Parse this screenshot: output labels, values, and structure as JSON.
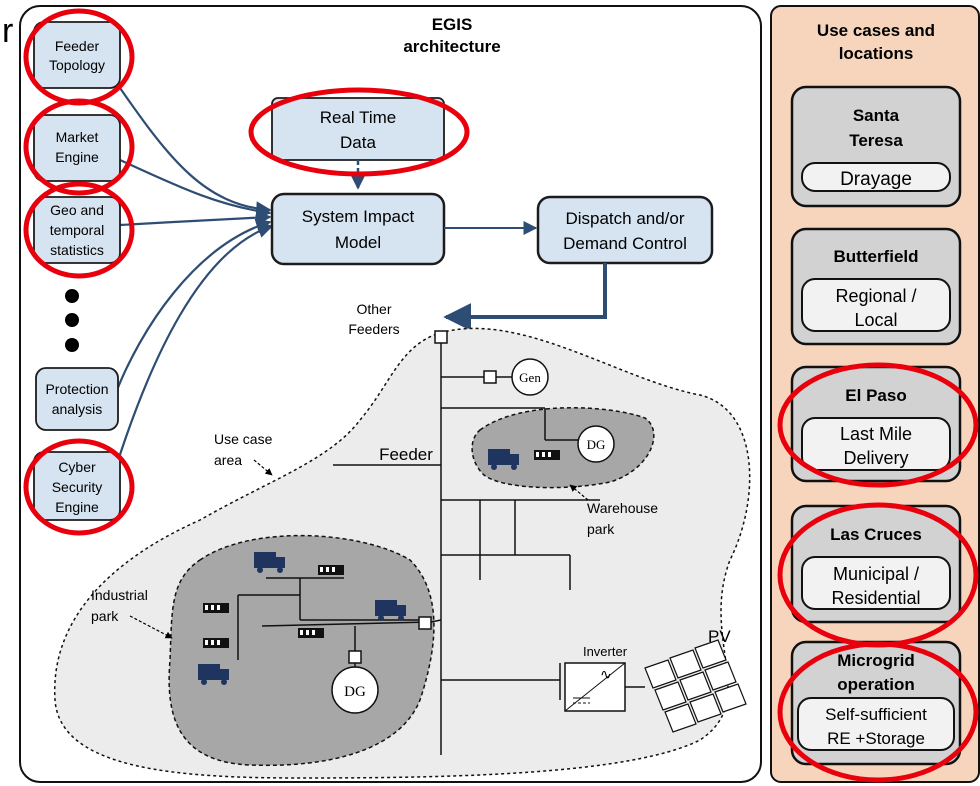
{
  "colors": {
    "block_fill": "#d6e3f0",
    "block_stroke": "#1c1c1c",
    "arrow": "#2e4d74",
    "highlight": "#e8000d",
    "right_panel": "#f7d5bd",
    "area_light": "#ececec",
    "area_dark": "#a7a7a7",
    "vehicle": "#1f3560"
  },
  "header": {
    "title_line1": "EGIS",
    "title_line2": "architecture"
  },
  "inputs": [
    {
      "lines": [
        "Feeder",
        "Topology"
      ]
    },
    {
      "lines": [
        "Market",
        "Engine"
      ]
    },
    {
      "lines": [
        "Geo and",
        "temporal",
        "statistics"
      ]
    },
    {
      "lines": [
        "Protection",
        "analysis"
      ]
    },
    {
      "lines": [
        "Cyber",
        "Security",
        "Engine"
      ]
    }
  ],
  "blocks": {
    "realtime": {
      "lines": [
        "Real Time",
        "Data"
      ]
    },
    "impact": {
      "lines": [
        "System Impact",
        "Model"
      ]
    },
    "dispatch": {
      "lines": [
        "Dispatch and/or",
        "Demand Control"
      ]
    }
  },
  "labels": {
    "other_feeders": [
      "Other",
      "Feeders"
    ],
    "feeder": "Feeder",
    "use_case_area": [
      "Use case",
      "area"
    ],
    "warehouse_park": [
      "Warehouse",
      "park"
    ],
    "industrial_park": [
      "Industrial",
      "park"
    ],
    "gen": "Gen",
    "dg": "DG",
    "inverter": "Inverter",
    "pv": "PV"
  },
  "use_cases": {
    "title": [
      "Use cases and",
      "locations"
    ],
    "items": [
      {
        "name": [
          "Santa",
          "Teresa"
        ],
        "detail": [
          "Drayage"
        ]
      },
      {
        "name": [
          "Butterfield"
        ],
        "detail": [
          "Regional /",
          "Local"
        ]
      },
      {
        "name": [
          "El Paso"
        ],
        "detail": [
          "Last Mile",
          "Delivery"
        ]
      },
      {
        "name": [
          "Las Cruces"
        ],
        "detail": [
          "Municipal /",
          "Residential"
        ]
      },
      {
        "name": [
          "Microgrid",
          "operation"
        ],
        "detail": [
          "Self-sufficient",
          "RE +Storage"
        ]
      }
    ]
  }
}
